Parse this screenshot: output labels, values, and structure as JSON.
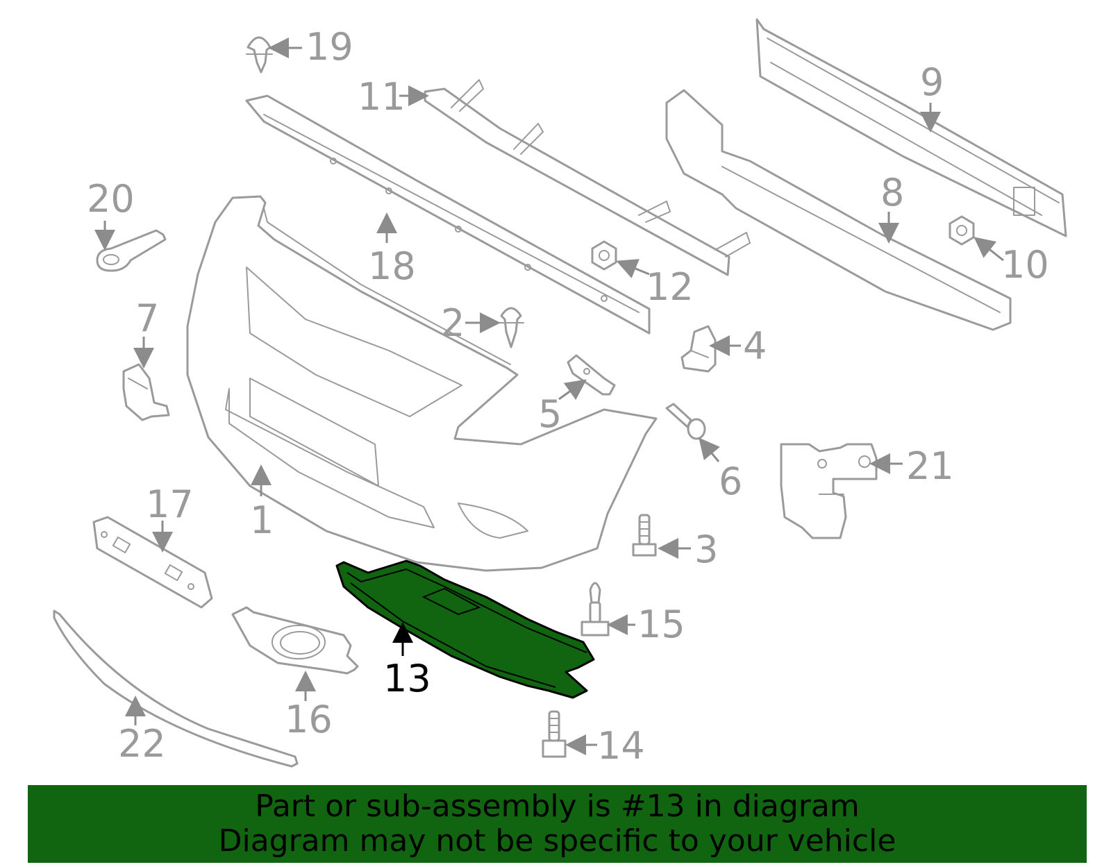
{
  "highlight_color": "#116511",
  "highlighted_part": "13",
  "callouts": {
    "n1": "1",
    "n2": "2",
    "n3": "3",
    "n4": "4",
    "n5": "5",
    "n6": "6",
    "n7": "7",
    "n8": "8",
    "n9": "9",
    "n10": "10",
    "n11": "11",
    "n12": "12",
    "n13": "13",
    "n14": "14",
    "n15": "15",
    "n16": "16",
    "n17": "17",
    "n18": "18",
    "n19": "19",
    "n20": "20",
    "n21": "21",
    "n22": "22"
  },
  "banner": {
    "line1": "Part or sub-assembly is #13 in diagram",
    "line2": "Diagram may not be specific to your vehicle"
  }
}
